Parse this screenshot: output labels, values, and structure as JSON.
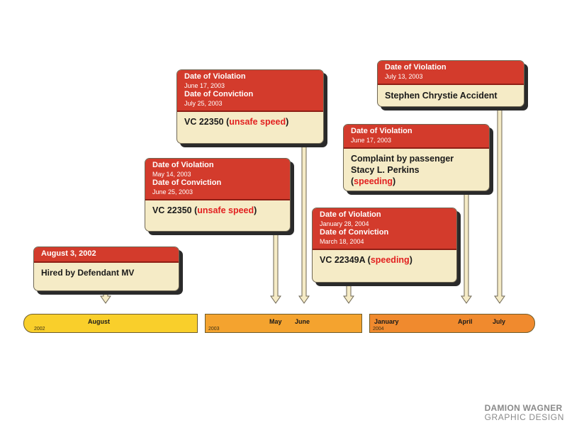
{
  "colors": {
    "segment_2002": "#f9cf2b",
    "segment_2003": "#f4a32f",
    "segment_2004": "#f08a2e",
    "card_header": "#d33b2c",
    "card_body": "#f5ebc6",
    "highlight_text": "#e21f1f"
  },
  "timeline": {
    "segments": [
      {
        "year": "2002",
        "months": [
          "August"
        ]
      },
      {
        "year": "2003",
        "months": [
          "May",
          "June"
        ]
      },
      {
        "year": "2004",
        "months": [
          "January",
          "April",
          "July"
        ]
      }
    ]
  },
  "events": [
    {
      "header_title": "August 3, 2002",
      "body": "Hired by Defendant MV"
    },
    {
      "violation_label": "Date of Violation",
      "violation_date": "May 14, 2003",
      "conviction_label": "Date of Conviction",
      "conviction_date": "June 25, 2003",
      "code": "VC 22350",
      "reason": "unsafe speed"
    },
    {
      "violation_label": "Date of Violation",
      "violation_date": "June 17, 2003",
      "conviction_label": "Date of Conviction",
      "conviction_date": "July 25, 2003",
      "code": "VC 22350",
      "reason": "unsafe speed"
    },
    {
      "violation_label": "Date of Violation",
      "violation_date": "January 28, 2004",
      "conviction_label": "Date of Conviction",
      "conviction_date": "March 18, 2004",
      "code": "VC 22349A",
      "reason": "speeding"
    },
    {
      "violation_label": "Date of Violation",
      "violation_date": "June 17, 2003",
      "line1": "Complaint by passenger",
      "line2": "Stacy L. Perkins",
      "reason": "speeding"
    },
    {
      "violation_label": "Date of Violation",
      "violation_date": "July 13, 2003",
      "body": "Stephen Chrystie Accident"
    }
  ],
  "credit": {
    "line1": "DAMION WAGNER",
    "line2": "GRAPHIC DESIGN"
  }
}
